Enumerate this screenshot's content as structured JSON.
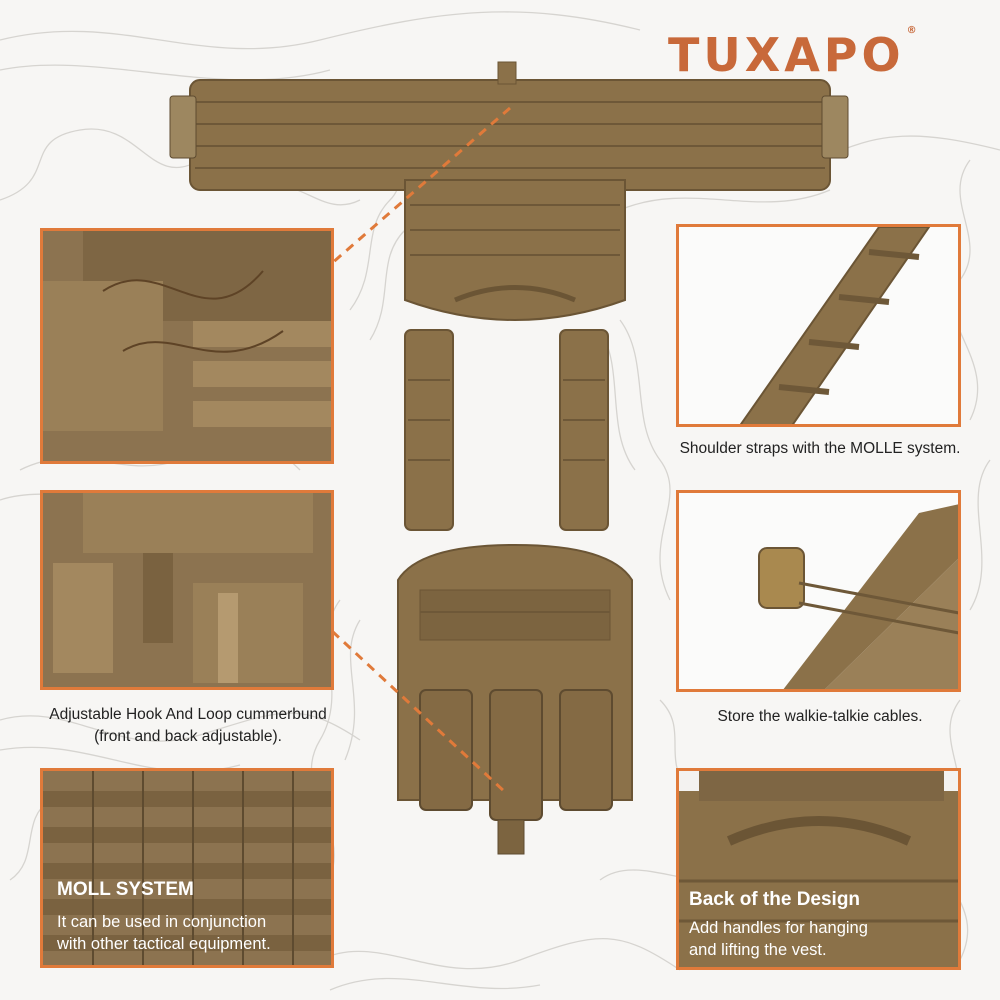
{
  "brand": {
    "name": "TUXAPO",
    "mark": "®"
  },
  "captions": {
    "shoulder": "Shoulder straps with the MOLLE system.",
    "cummerbund_line1": "Adjustable Hook And Loop cummerbund",
    "cummerbund_line2": "(front and back adjustable).",
    "cables": "Store the walkie-talkie cables."
  },
  "molle_panel": {
    "title": "MOLL SYSTEM",
    "line1": "It can be used in conjunction",
    "line2": "with other tactical equipment."
  },
  "back_panel": {
    "title": "Back of the Design",
    "line1": "Add handles for hanging",
    "line2": "and lifting the vest."
  },
  "colors": {
    "accent": "#e07a3a",
    "logo": "#c8693a",
    "fabric": "#8a7048",
    "fabric_dark": "#6b5535",
    "background": "#f7f6f4"
  }
}
